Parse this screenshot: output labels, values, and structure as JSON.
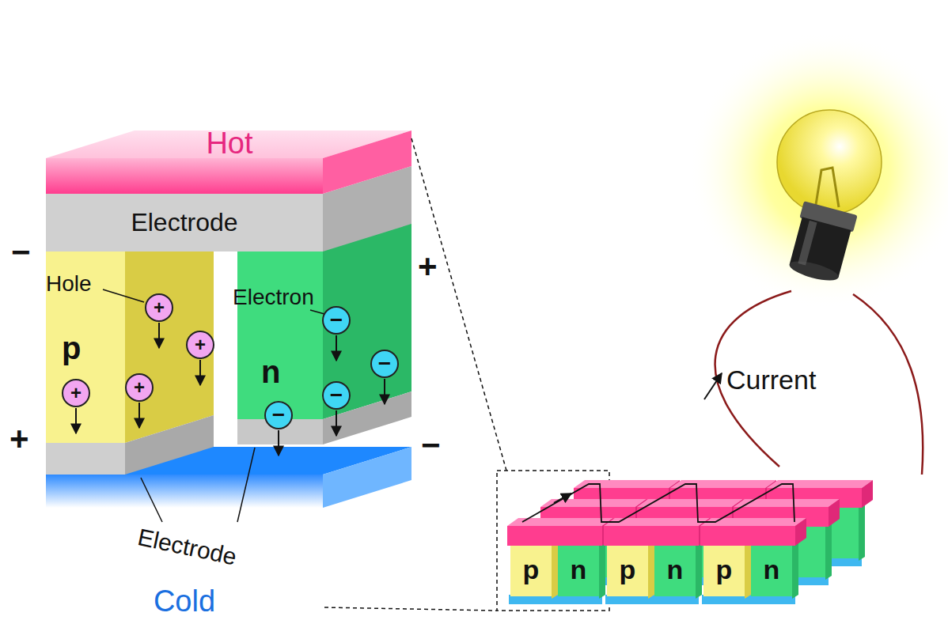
{
  "diagram": {
    "nodes": [
      {
        "text": [
          "Hot"
        ]
      },
      {
        "text": [
          "Electrode"
        ]
      },
      {
        "text": [
          "p"
        ]
      },
      {
        "text": [
          "n"
        ]
      },
      {
        "text": [
          "+"
        ],
        "in": 2
      },
      {
        "text": [
          "+"
        ],
        "in": 2
      },
      {
        "text": [
          "+"
        ],
        "in": 2
      },
      {
        "text": [
          "+"
        ],
        "in": 2
      },
      {
        "text": [
          "−"
        ],
        "in": 3
      },
      {
        "text": [
          "−"
        ],
        "in": 3
      },
      {
        "text": [
          "−"
        ],
        "in": 3
      },
      {
        "text": [
          "−"
        ],
        "in": 3
      },
      {
        "text": [
          "Cold"
        ]
      },
      {
        "text": [
          "p"
        ]
      },
      {
        "text": [
          "n"
        ]
      },
      {
        "text": [
          "p"
        ]
      },
      {
        "text": [
          "n"
        ]
      },
      {
        "text": [
          "p"
        ]
      },
      {
        "text": [
          "n"
        ]
      }
    ],
    "labels": [
      "−",
      "+",
      "Hole",
      "Electron",
      "+",
      "−",
      "Electrode",
      "Current"
    ]
  }
}
